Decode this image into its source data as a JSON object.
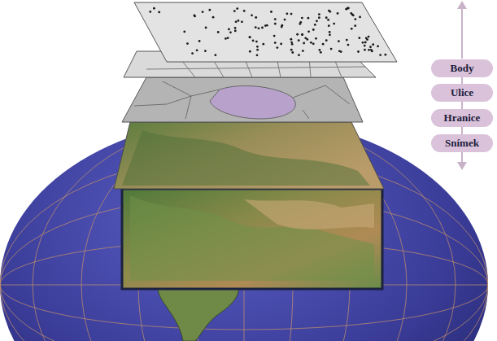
{
  "diagram": {
    "nodes": [
      {
        "text": [
          "Body"
        ]
      },
      {
        "text": [
          "Ulice"
        ]
      },
      {
        "text": [
          "Hranice"
        ]
      },
      {
        "text": [
          "Snímek"
        ]
      }
    ],
    "edges": [
      {
        "from": 0,
        "to": 1,
        "arrow": "none"
      },
      {
        "from": 1,
        "to": 2,
        "arrow": "none"
      },
      {
        "from": 2,
        "to": 3,
        "arrow": "none"
      }
    ]
  }
}
